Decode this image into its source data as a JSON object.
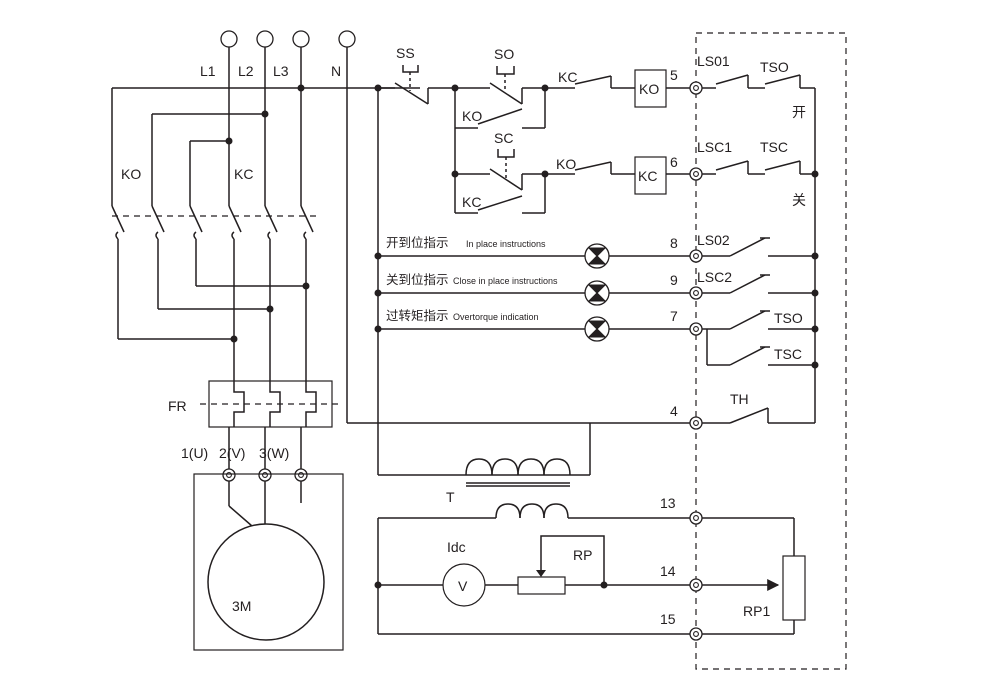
{
  "diagram": {
    "supply": {
      "l1": "L1",
      "l2": "L2",
      "l3": "L3",
      "n": "N"
    },
    "contactors": {
      "open_coil": "KO",
      "close_coil": "KC"
    },
    "switches": {
      "stop": "SS",
      "open": "SO",
      "close": "SC",
      "ko": "KO",
      "kc": "KC"
    },
    "overload": "FR",
    "motor": {
      "u": "1(U)",
      "v": "2(V)",
      "w": "3(W)",
      "name": "3M"
    },
    "transformer": "T",
    "meter": {
      "label": "Idc",
      "symbol": "V"
    },
    "potentiometer": "RP",
    "position_sensor": "RP1",
    "terminals": {
      "t5": "5",
      "t6": "6",
      "t8": "8",
      "t9": "9",
      "t7": "7",
      "t4": "4",
      "t13": "13",
      "t14": "14",
      "t15": "15"
    },
    "limit_switches": {
      "ls01": "LS01",
      "lsc1": "LSC1",
      "ls02": "LS02",
      "lsc2": "LSC2"
    },
    "torque_switches": {
      "tso": "TSO",
      "tsc": "TSC",
      "th": "TH"
    },
    "direction": {
      "open": "开",
      "close": "关"
    },
    "indicators": {
      "open_cn": "开到位指示",
      "open_en": "In place instructions",
      "close_cn": "关到位指示",
      "close_en": "Close in place instructions",
      "torque_cn": "过转矩指示",
      "torque_en": "Overtorque indication"
    }
  }
}
